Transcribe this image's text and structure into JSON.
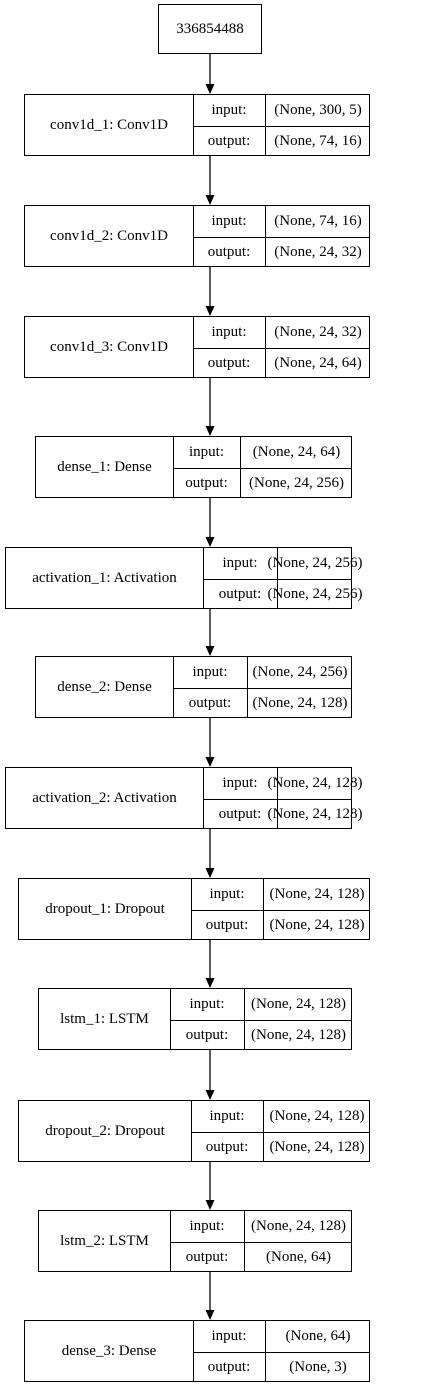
{
  "input_node": {
    "label": "336854488"
  },
  "input_label": "input:",
  "output_label": "output:",
  "layers": [
    {
      "name": "conv1d_1: Conv1D",
      "input": "(None, 300, 5)",
      "output": "(None, 74, 16)"
    },
    {
      "name": "conv1d_2: Conv1D",
      "input": "(None, 74, 16)",
      "output": "(None, 24, 32)"
    },
    {
      "name": "conv1d_3: Conv1D",
      "input": "(None, 24, 32)",
      "output": "(None, 24, 64)"
    },
    {
      "name": "dense_1: Dense",
      "input": "(None, 24, 64)",
      "output": "(None, 24, 256)"
    },
    {
      "name": "activation_1: Activation",
      "input": "(None, 24, 256)",
      "output": "(None, 24, 256)"
    },
    {
      "name": "dense_2: Dense",
      "input": "(None, 24, 256)",
      "output": "(None, 24, 128)"
    },
    {
      "name": "activation_2: Activation",
      "input": "(None, 24, 128)",
      "output": "(None, 24, 128)"
    },
    {
      "name": "dropout_1: Dropout",
      "input": "(None, 24, 128)",
      "output": "(None, 24, 128)"
    },
    {
      "name": "lstm_1: LSTM",
      "input": "(None, 24, 128)",
      "output": "(None, 24, 128)"
    },
    {
      "name": "dropout_2: Dropout",
      "input": "(None, 24, 128)",
      "output": "(None, 24, 128)"
    },
    {
      "name": "lstm_2: LSTM",
      "input": "(None, 24, 128)",
      "output": "(None, 64)"
    },
    {
      "name": "dense_3: Dense",
      "input": "(None, 64)",
      "output": "(None, 3)"
    }
  ]
}
